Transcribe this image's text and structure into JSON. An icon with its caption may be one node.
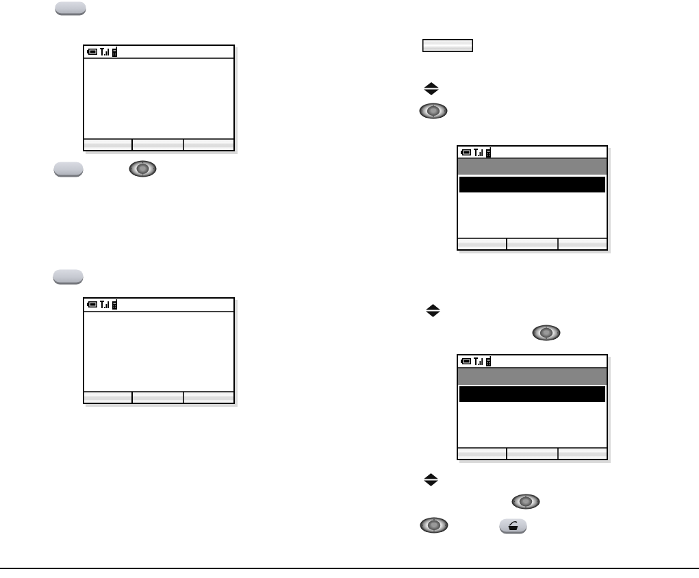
{
  "diagram": {
    "nodes": [
      {
        "text": [],
        "shape": "picture"
      },
      {
        "text": [],
        "shape": "picture"
      },
      {
        "text": [],
        "shape": "picture"
      },
      {
        "text": [],
        "shape": "picture"
      }
    ]
  }
}
